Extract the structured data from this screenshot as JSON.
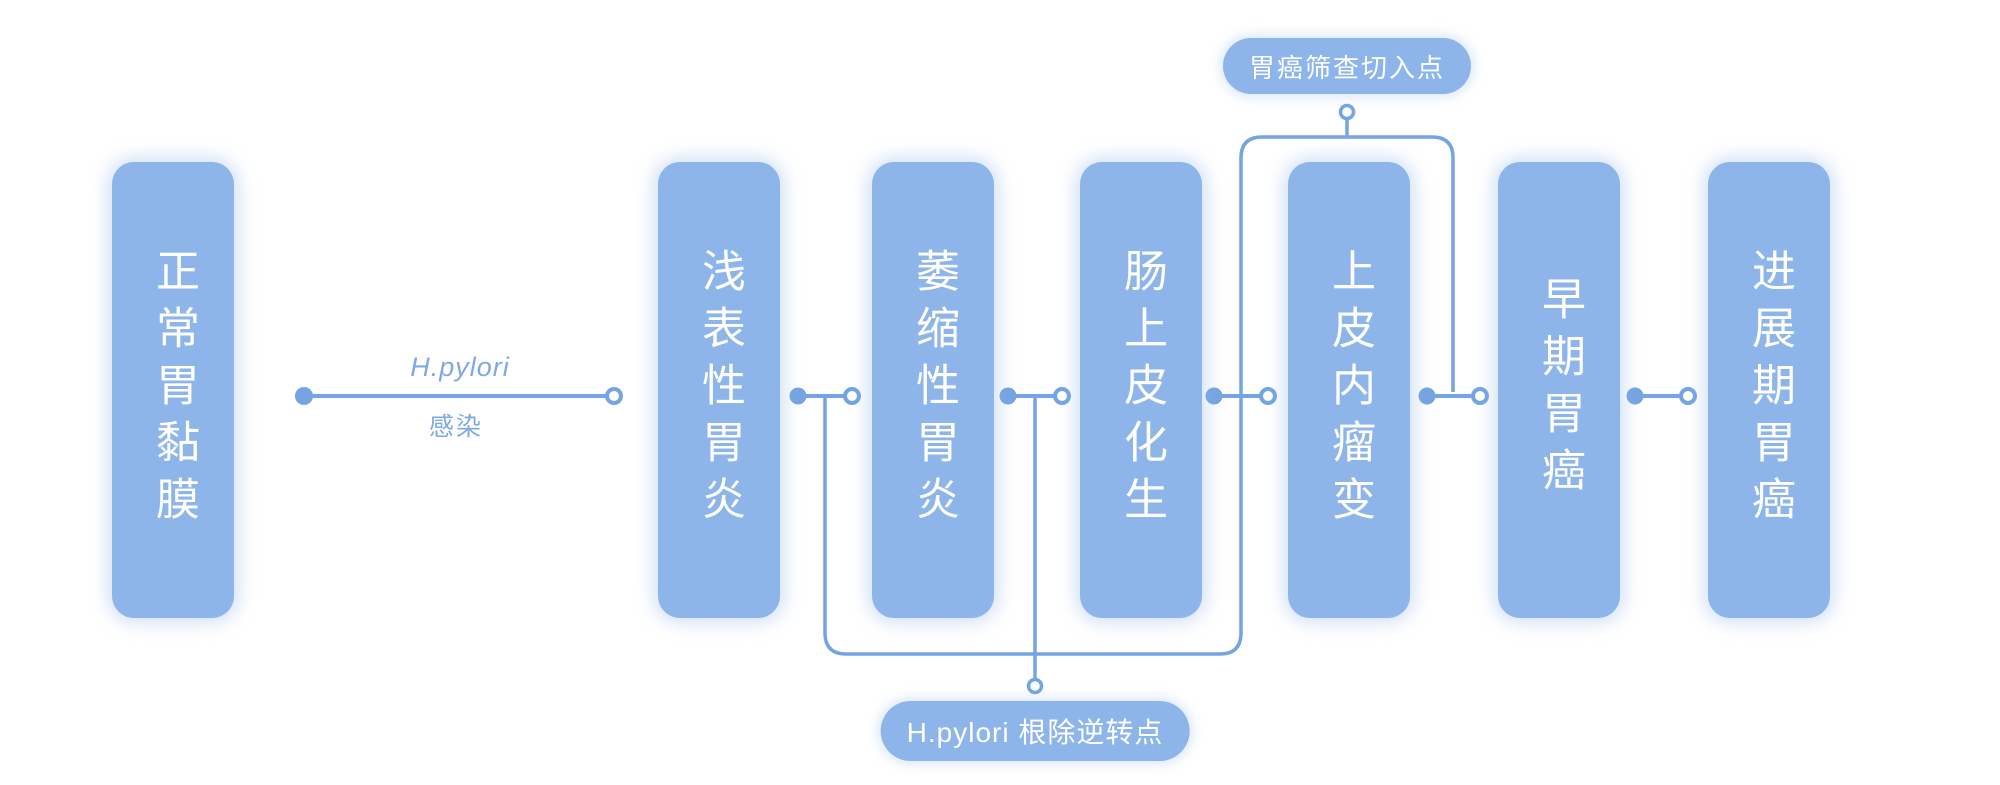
{
  "diagram": {
    "stages": [
      {
        "label": "正常胃黏膜"
      },
      {
        "label": "浅表性胃炎"
      },
      {
        "label": "萎缩性胃炎"
      },
      {
        "label": "肠上皮化生"
      },
      {
        "label": "上皮内瘤变"
      },
      {
        "label": "早期胃癌"
      },
      {
        "label": "进展期胃癌"
      }
    ],
    "edge_label": {
      "line1": "H.pylori",
      "line2": "感染"
    },
    "callouts": {
      "top": "胃癌筛查切入点",
      "bottom": "H.pylori 根除逆转点"
    },
    "colors": {
      "node_fill": "#8DB5EA",
      "line": "#74A4E2",
      "label_blue": "#7FA9E4",
      "text": "#FFFFFF",
      "background": "#FFFFFF"
    }
  }
}
